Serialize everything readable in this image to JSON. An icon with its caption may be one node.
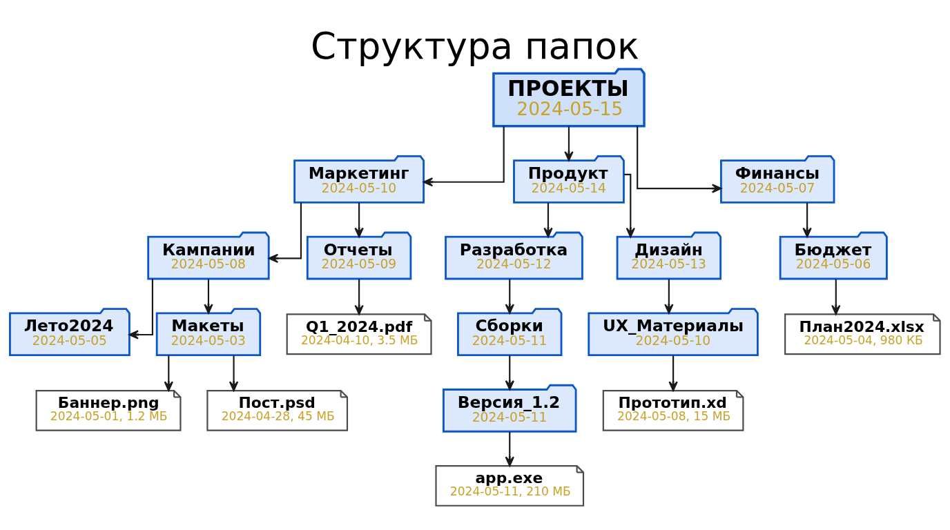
{
  "diagram": {
    "title": "Структура папок",
    "nodes": [
      {
        "text": [
          "ПРОЕКТЫ",
          "2024-05-15"
        ]
      },
      {
        "text": [
          "Маркетинг",
          "2024-05-10"
        ]
      },
      {
        "text": [
          "Кампании",
          "2024-05-08"
        ]
      },
      {
        "text": [
          "Лето2024",
          "2024-05-05"
        ]
      },
      {
        "text": [
          "Макеты",
          "2024-05-03"
        ]
      },
      {
        "text": [
          "Баннер.png",
          "2024-05-01, 1.2 МБ"
        ]
      },
      {
        "text": [
          "Пост.psd",
          "2024-04-28, 45 МБ"
        ]
      },
      {
        "text": [
          "Отчеты",
          "2024-05-09"
        ]
      },
      {
        "text": [
          "Q1_2024.pdf",
          "2024-04-10, 3.5 МБ"
        ]
      },
      {
        "text": [
          "Продукт",
          "2024-05-14"
        ]
      },
      {
        "text": [
          "Разработка",
          "2024-05-12"
        ]
      },
      {
        "text": [
          "Сборки",
          "2024-05-11"
        ]
      },
      {
        "text": [
          "Версия_1.2",
          "2024-05-11"
        ]
      },
      {
        "text": [
          "app.exe",
          "2024-05-11, 210 МБ"
        ]
      },
      {
        "text": [
          "Дизайн",
          "2024-05-13"
        ]
      },
      {
        "text": [
          "UX_Материалы",
          "2024-05-10"
        ]
      },
      {
        "text": [
          "Прототип.xd",
          "2024-05-08, 15 МБ"
        ]
      },
      {
        "text": [
          "Финансы",
          "2024-05-07"
        ]
      },
      {
        "text": [
          "Бюджет",
          "2024-05-06"
        ]
      },
      {
        "text": [
          "План2024.xlsx",
          "2024-05-04, 980 КБ"
        ]
      }
    ],
    "edges": [
      {
        "from": 0,
        "to": 1,
        "arrow": "to"
      },
      {
        "from": 0,
        "to": 9,
        "arrow": "to"
      },
      {
        "from": 0,
        "to": 17,
        "arrow": "to"
      },
      {
        "from": 1,
        "to": 2,
        "arrow": "to"
      },
      {
        "from": 2,
        "to": 3,
        "arrow": "to"
      },
      {
        "from": 2,
        "to": 4,
        "arrow": "to"
      },
      {
        "from": 4,
        "to": 5,
        "arrow": "to"
      },
      {
        "from": 4,
        "to": 6,
        "arrow": "to"
      },
      {
        "from": 1,
        "to": 7,
        "arrow": "to"
      },
      {
        "from": 7,
        "to": 8,
        "arrow": "to"
      },
      {
        "from": 9,
        "to": 10,
        "arrow": "to"
      },
      {
        "from": 10,
        "to": 11,
        "arrow": "to"
      },
      {
        "from": 11,
        "to": 12,
        "arrow": "to"
      },
      {
        "from": 12,
        "to": 13,
        "arrow": "to"
      },
      {
        "from": 9,
        "to": 14,
        "arrow": "to"
      },
      {
        "from": 14,
        "to": 15,
        "arrow": "to"
      },
      {
        "from": 15,
        "to": 16,
        "arrow": "to"
      },
      {
        "from": 17,
        "to": 18,
        "arrow": "to"
      },
      {
        "from": 18,
        "to": 19,
        "arrow": "to"
      }
    ]
  }
}
